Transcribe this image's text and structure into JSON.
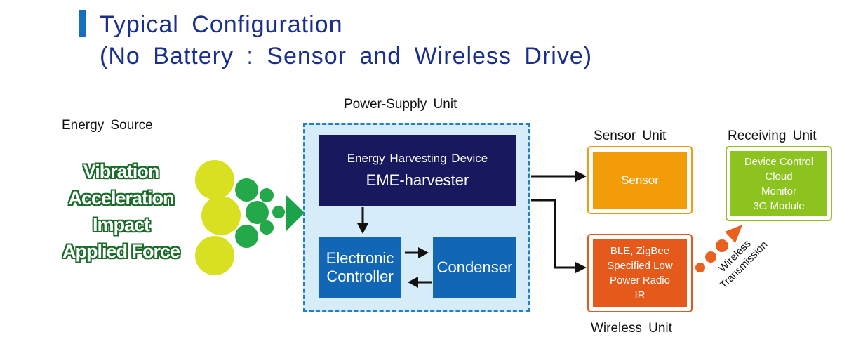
{
  "title": {
    "line1": "Typical  Configuration",
    "line2": "(No  Battery  :  Sensor  and  Wireless  Drive)"
  },
  "energy_source": {
    "label": "Energy  Source",
    "items": [
      "Vibration",
      "Acceleration",
      "Impact",
      "Applied Force"
    ]
  },
  "power_supply": {
    "label": "Power-Supply  Unit",
    "harvester": {
      "line1": "Energy Harvesting  Device",
      "line2": "EME-harvester"
    },
    "controller": {
      "line1": "Electronic",
      "line2": "Controller"
    },
    "condenser": "Condenser"
  },
  "sensor_unit": {
    "label": "Sensor  Unit",
    "text": "Sensor"
  },
  "wireless_unit": {
    "label": "Wireless  Unit",
    "lines": [
      "BLE,  ZigBee",
      "Specified  Low",
      "Power  Radio",
      "IR"
    ]
  },
  "receiving_unit": {
    "label": "Receiving  Unit",
    "lines": [
      "Device  Control",
      "Cloud",
      "Monitor",
      "3G  Module"
    ]
  },
  "transmission": {
    "line1": "Wireless",
    "line2": "Transmission"
  },
  "colors": {
    "title": "#1a2f8c",
    "title_bar": "#1570bf",
    "harvester": "#17185e",
    "controller": "#1266b6",
    "sensor": "#f39c0a",
    "wireless": "#e55a1a",
    "receiving": "#8cc31f",
    "arrow_green": "#1aa34a"
  }
}
